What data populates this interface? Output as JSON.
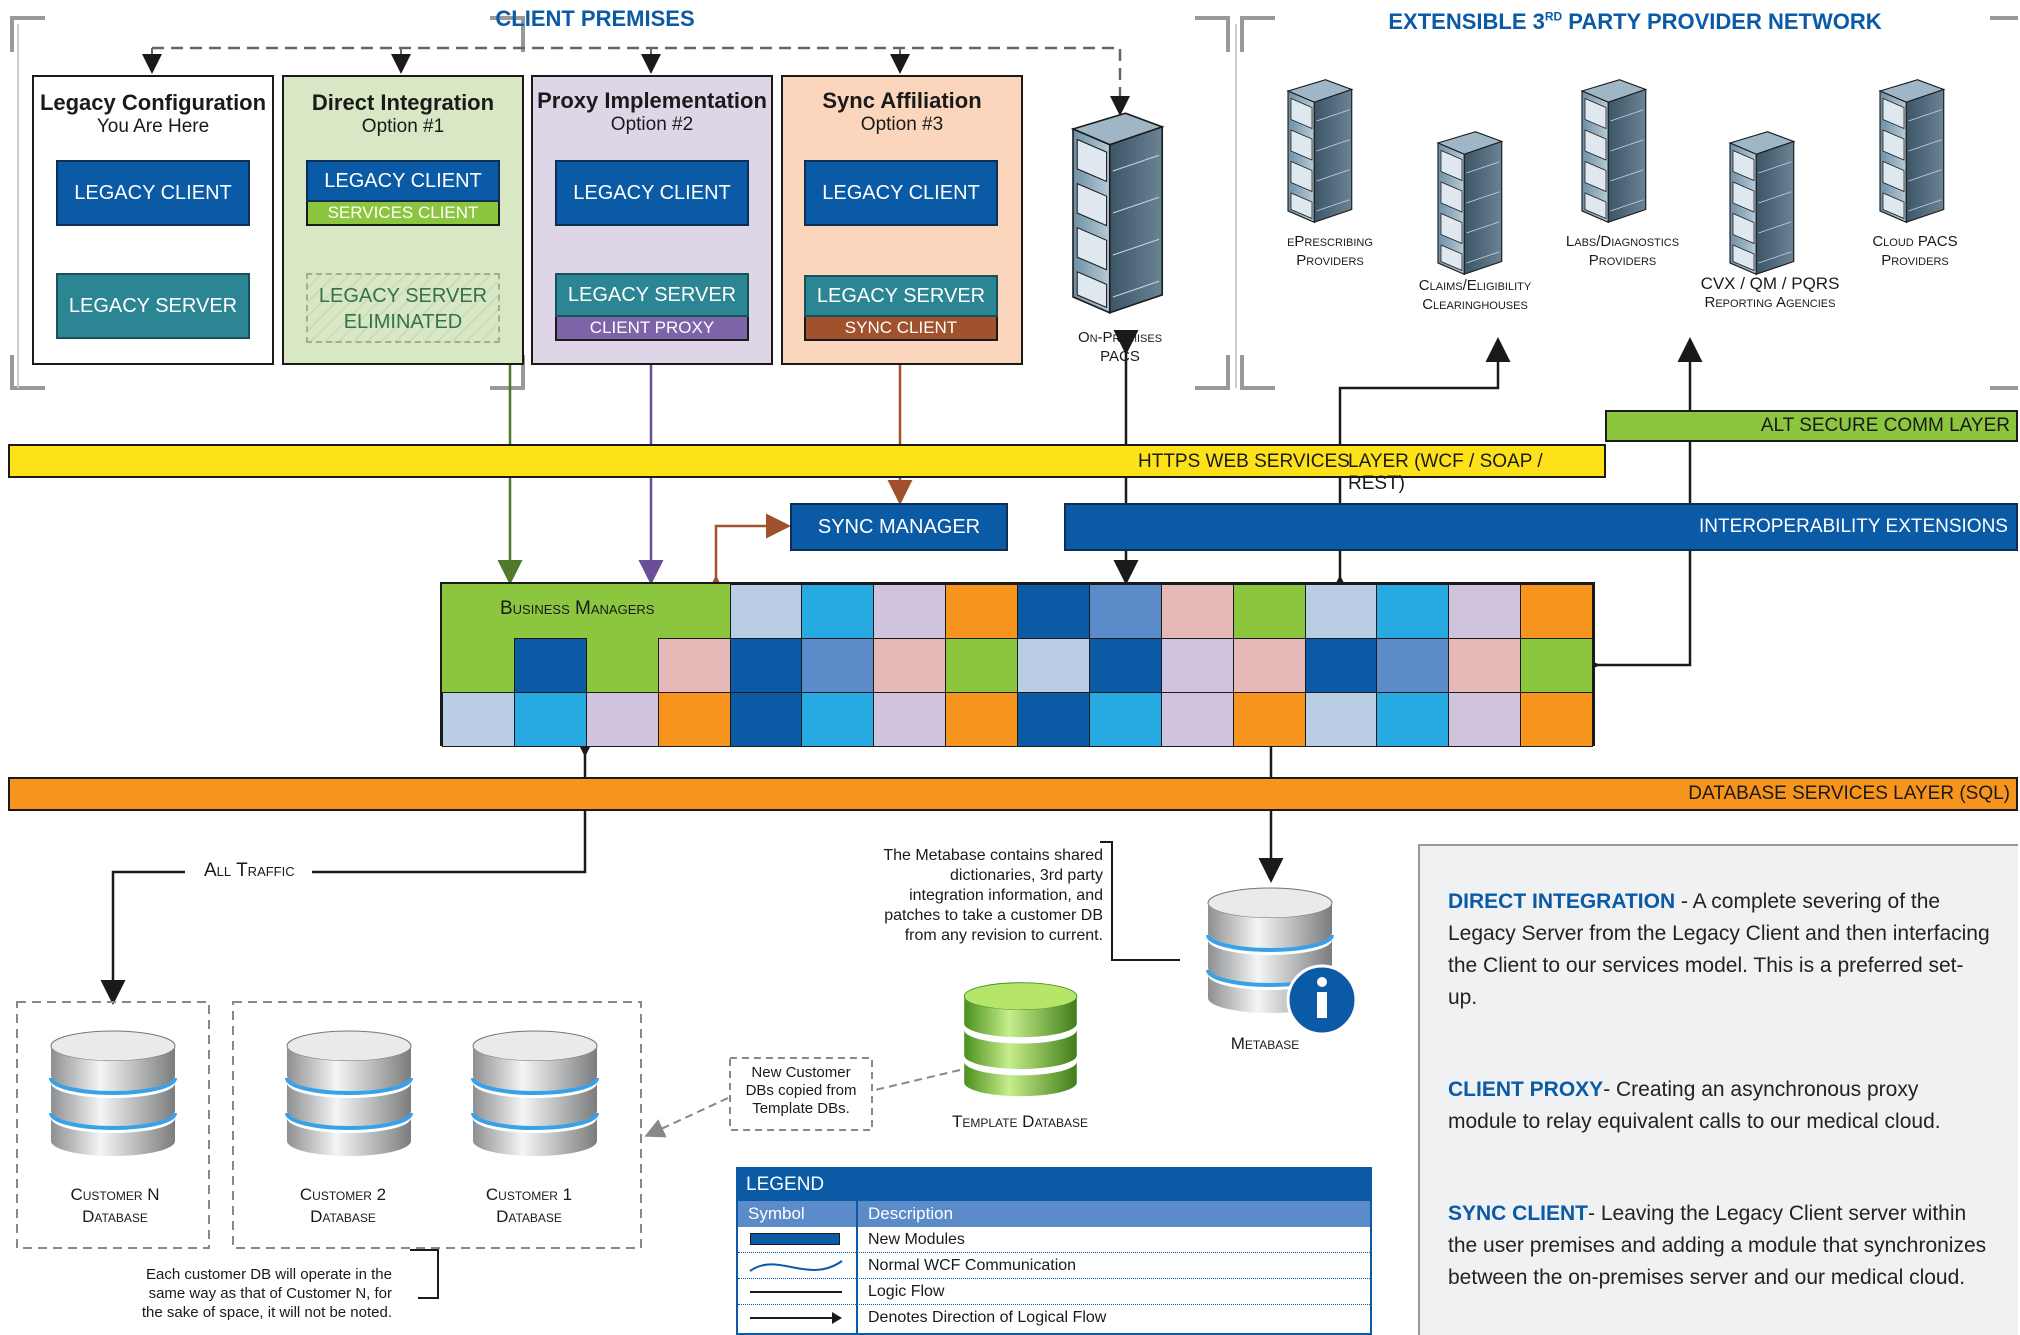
{
  "headers": {
    "client_premises": "CLIENT PREMISES",
    "provider_network_pre": "EXTENSIBLE 3",
    "provider_network_sup": "RD",
    "provider_network_post": " PARTY PROVIDER NETWORK"
  },
  "options": [
    {
      "title": "Legacy Configuration",
      "subtitle": "You Are Here",
      "top_box": "LEGACY CLIENT",
      "bottom_box": "LEGACY SERVER"
    },
    {
      "title": "Direct Integration",
      "subtitle": "Option #1",
      "top_box": "LEGACY CLIENT",
      "top_bar": "SERVICES CLIENT",
      "bottom_box": "LEGACY SERVER ELIMINATED"
    },
    {
      "title": "Proxy Implementation",
      "subtitle": "Option #2",
      "top_box": "LEGACY CLIENT",
      "bottom_box": "LEGACY SERVER",
      "bottom_bar": "CLIENT PROXY"
    },
    {
      "title": "Sync Affiliation",
      "subtitle": "Option #3",
      "top_box": "LEGACY CLIENT",
      "bottom_box": "LEGACY SERVER",
      "bottom_bar": "SYNC CLIENT"
    }
  ],
  "on_premises": {
    "line1": "On-Premises",
    "line2": "PACS"
  },
  "providers": [
    {
      "line1": "ePrescribing",
      "line2": "Providers"
    },
    {
      "line1": "Claims/Eligibility",
      "line2": "Clearinghouses"
    },
    {
      "line1": "Labs/Diagnostics",
      "line2": "Providers"
    },
    {
      "line1": "CVX / QM / PQRS",
      "line2": "Reporting Agencies"
    },
    {
      "line1": "Cloud PACS",
      "line2": "Providers"
    }
  ],
  "layers": {
    "alt_secure": "ALT SECURE COMM LAYER",
    "https_a": "HTTPS WEB SERVICES",
    "https_b": "LAYER (WCF / SOAP / REST)",
    "sync_manager": "SYNC MANAGER",
    "interop": "INTEROPERABILITY EXTENSIONS",
    "database": "DATABASE SERVICES LAYER (SQL)"
  },
  "business_managers": "Business Managers",
  "all_traffic": "All Traffic",
  "metabase_note": [
    "The Metabase contains shared",
    "dictionaries, 3rd party",
    "integration information, and",
    "patches to take a customer DB",
    "from any revision to current."
  ],
  "metabase_label": "Metabase",
  "template_label": "Template Database",
  "copy_note": [
    "New Customer",
    "DBs copied from",
    "Template DBs."
  ],
  "customers": [
    {
      "line1": "Customer N",
      "line2": "Database"
    },
    {
      "line1": "Customer 2",
      "line2": "Database"
    },
    {
      "line1": "Customer 1",
      "line2": "Database"
    }
  ],
  "customer_note": [
    "Each customer DB will operate in the",
    "same way as that of Customer N, for",
    "the sake of space, it will not be noted."
  ],
  "legend": {
    "title": "LEGEND",
    "col_symbol": "Symbol",
    "col_desc": "Description",
    "rows": [
      "New Modules",
      "Normal WCF Communication",
      "Logic Flow",
      "Denotes Direction of Logical Flow"
    ]
  },
  "descriptions": [
    {
      "title": "DIRECT INTEGRATION",
      "text": " - A complete severing of the Legacy Server from the Legacy Client and then interfacing the Client to our services model.  This is a preferred set-up."
    },
    {
      "title": "CLIENT PROXY",
      "text": "- Creating an asynchronous proxy module to relay equivalent calls to our medical cloud."
    },
    {
      "title": "SYNC CLIENT",
      "text": "- Leaving the Legacy Client server within the user premises and adding a module that synchronizes between the on-premises server and our medical cloud."
    }
  ],
  "colors": {
    "blue": "#0b5aa6",
    "teal": "#2b8593",
    "green": "#8cc63f",
    "yellow": "#fde21a",
    "orange": "#f7941d",
    "purple": "#7d63a8",
    "rust": "#a0522d",
    "lightblue": "#b9cde5",
    "cyan": "#27a9e1",
    "lavender": "#cfc3dd",
    "pink": "#e6b9b8",
    "midblue": "#5b8cc9"
  }
}
